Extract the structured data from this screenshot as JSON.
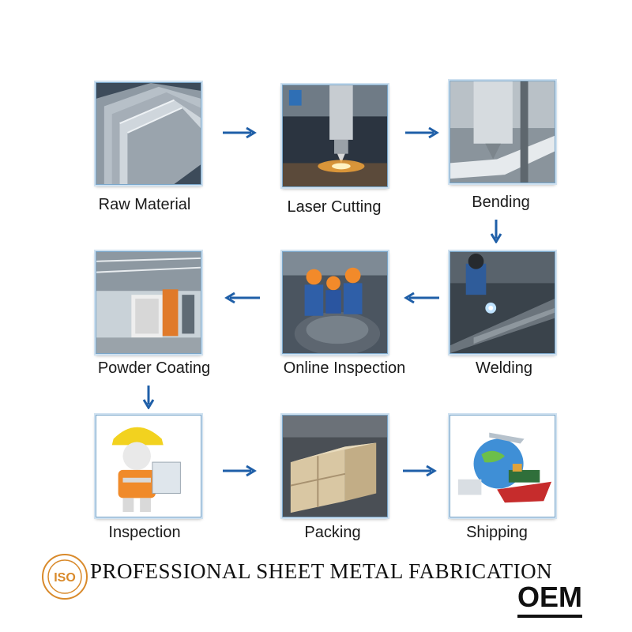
{
  "steps": [
    {
      "label": "Raw Material"
    },
    {
      "label": "Laser Cutting"
    },
    {
      "label": "Bending"
    },
    {
      "label": "Welding"
    },
    {
      "label": "Online Inspection"
    },
    {
      "label": "Powder Coating"
    },
    {
      "label": "Inspection"
    },
    {
      "label": "Packing"
    },
    {
      "label": "Shipping"
    }
  ],
  "footer": {
    "title": "PROFESSIONAL SHEET METAL FABRICATION",
    "oem": "OEM",
    "logo_text": "ISO"
  },
  "colors": {
    "arrow": "#1f5fa8",
    "frame": "#7aa6c9",
    "logo": "#d98a2b"
  },
  "icons": [
    "arrow-right-icon",
    "arrow-down-icon",
    "arrow-left-icon",
    "iso-logo-icon"
  ]
}
